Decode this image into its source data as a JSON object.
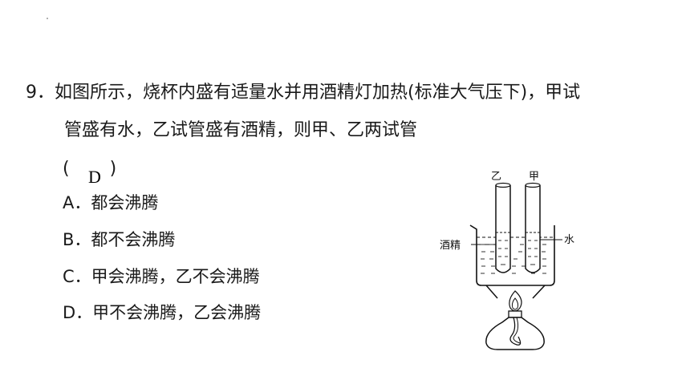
{
  "question": {
    "line1": "9．如图所示，烧杯内盛有适量水并用酒精灯加热(标准大气压下)，甲试",
    "line2": "管盛有水，乙试管盛有酒精，则甲、乙两试管",
    "bracket_open": "(",
    "bracket_close": ")",
    "answer": "D"
  },
  "options": [
    {
      "text": "A．都会沸腾"
    },
    {
      "text": "B．都不会沸腾"
    },
    {
      "text": "C．甲会沸腾，乙不会沸腾"
    },
    {
      "text": "D．甲不会沸腾，乙会沸腾"
    }
  ],
  "figure": {
    "label_yi": "乙",
    "label_jia": "甲",
    "label_alcohol": "酒精",
    "label_water": "水"
  }
}
